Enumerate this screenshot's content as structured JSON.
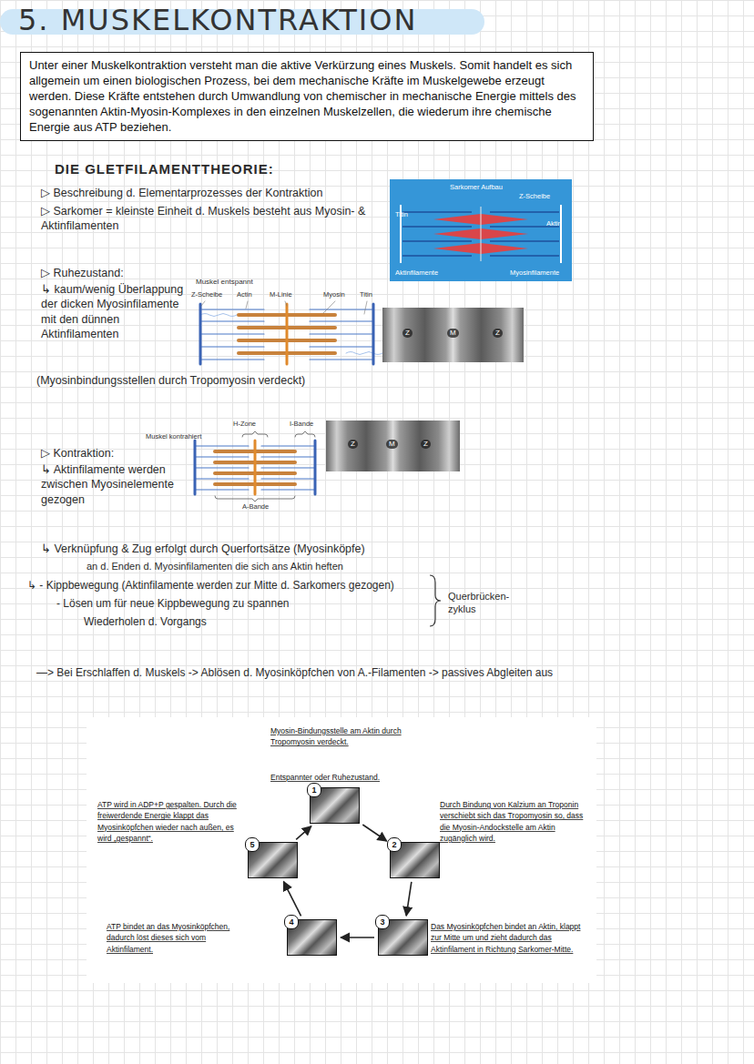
{
  "diagram": {
    "title": "5. MUSKELKONTRAKTION",
    "nodes": [
      {
        "text": [
          "Unter einer Muskelkontraktion versteht man die aktive Verkürzung eines Muskels. Somit handelt es sich allgemein um einen biologischen Prozess, bei dem mechanische Kräfte im Muskelgewebe erzeugt werden. Diese Kräfte entstehen durch Umwandlung von chemischer in mechanische Energie mittels des sogenannten Aktin-Myosin-Komplexes in den einzelnen Muskelzellen, die wiederum ihre chemische Energie aus ATP beziehen."
        ]
      },
      {
        "text": [
          "Sarkomer Aufbau",
          "Z-Scheibe",
          "Titin",
          "Aktin",
          "Aktinfilamente",
          "Myosinfilamente"
        ]
      },
      {
        "text": [
          "1"
        ]
      },
      {
        "text": [
          "2"
        ]
      },
      {
        "text": [
          "3"
        ]
      },
      {
        "text": [
          "4"
        ]
      },
      {
        "text": [
          "5"
        ]
      }
    ],
    "edges": [
      {
        "from": 2,
        "to": 3,
        "arrow": "to"
      },
      {
        "from": 3,
        "to": 4,
        "arrow": "to"
      },
      {
        "from": 4,
        "to": 5,
        "arrow": "to"
      },
      {
        "from": 5,
        "to": 6,
        "arrow": "to"
      },
      {
        "from": 6,
        "to": 2,
        "arrow": "to"
      }
    ],
    "labels": [
      "DIE GLETFILAMENTTHEORIE:",
      "▷ Beschreibung d. Elementarprozesses der Kontraktion",
      "▷ Sarkomer = kleinste Einheit d. Muskels besteht aus Myosin- & Aktinfilamenten",
      "▷ Ruhezustand:",
      "↳ kaum/wenig Überlappung der dicken Myosinfilamente mit den dünnen Aktinfilamenten",
      "Muskel entspannt",
      "Z-Scheibe",
      "Actin",
      "M-Linie",
      "Myosin",
      "Titin",
      "Z",
      "M",
      "Z",
      "(Myosinbindungsstellen durch Tropomyosin verdeckt)",
      "H-Zone",
      "I-Bande",
      "Muskel kontrahiert",
      "Z",
      "M",
      "Z",
      "A-Bande",
      "▷ Kontraktion:",
      "↳ Aktinfilamente werden zwischen Myosinelemente gezogen",
      "↳ Verknüpfung & Zug erfolgt durch Querfortsätze (Myosinköpfe)",
      "an d. Enden d. Myosinfilamenten die sich ans Aktin heften",
      "↳ - Kippbewegung (Aktinfilamente werden zur Mitte d. Sarkomers gezogen)",
      "- Lösen um für neue Kippbewegung zu spannen",
      "Wiederholen d. Vorgangs",
      "Querbrücken-zyklus",
      "—> Bei Erschlaffen d. Muskels -> Ablösen d. Myosinköpfchen von A.-Filamenten -> passives Abgleiten aus",
      "Myosin-Bindungsstelle am Aktin durch Tropomyosin verdeckt.",
      "Entspannter oder Ruhezustand.",
      "ATP wird in ADP+P gespalten. Durch die freiwerdende Energie klappt das Myosinköpfchen wieder nach außen, es wird „gespannt“.",
      "Durch Bindung von Kalzium an Troponin verschiebt sich das Tropomyosin so, dass die Myosin-Andockstelle am Aktin zugänglich wird.",
      "ATP bindet an das Myosinköpfchen, dadurch löst dieses sich vom Aktinfilament.",
      "Das Myosinköpfchen bindet an Aktin, klappt zur Mitte um und zieht dadurch das Aktinfilament in Richtung Sarkomer-Mitte."
    ]
  }
}
